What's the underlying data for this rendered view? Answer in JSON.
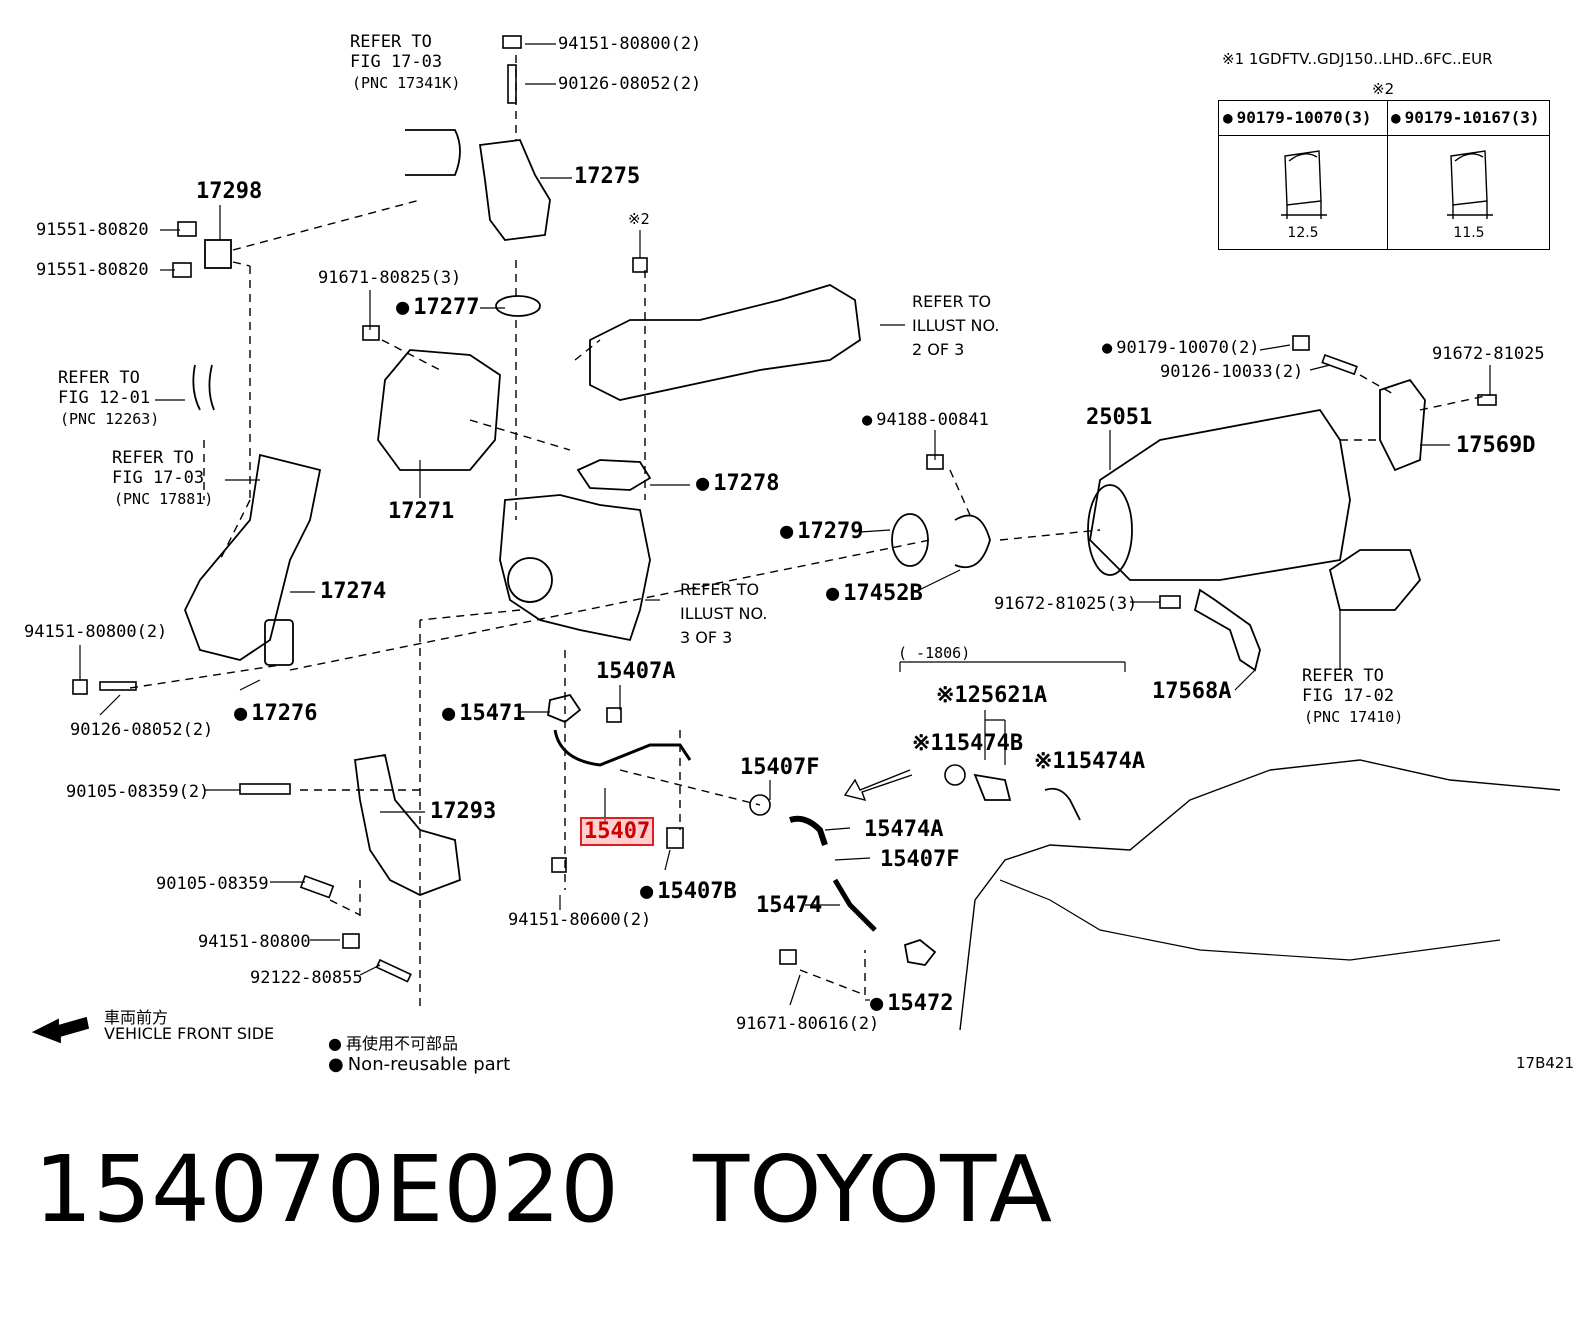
{
  "diagram": {
    "figure_code": "17B421",
    "spec": {
      "note1": "※1 1GDFTV..GDJ150..LHD..6FC..EUR",
      "note2": "※2",
      "col1_part": "90179-10070(3)",
      "col1_dim": "12.5",
      "col2_part": "90179-10167(3)",
      "col2_dim": "11.5"
    },
    "legend": {
      "front_jp": "車両前方",
      "front_en": "VEHICLE FRONT SIDE",
      "nonreuse_jp": "再使用不可部品",
      "nonreuse_en": "Non-reusable part"
    },
    "labels": {
      "ref_1703_a": "REFER TO",
      "ref_1703_b": "FIG 17-03",
      "ref_1703_c": "(PNC 17341K)",
      "p94151_top": "94151-80800(2)",
      "p90126_top": "90126-08052(2)",
      "p17275": "17275",
      "p17298": "17298",
      "p91551_a": "91551-80820",
      "p91551_b": "91551-80820",
      "p91671_3": "91671-80825(3)",
      "p17277": "17277",
      "x2_mark": "※2",
      "ref_ill2_a": "REFER TO",
      "ref_ill2_b": "ILLUST NO.",
      "ref_ill2_c": "2 OF 3",
      "p90179_2": "90179-10070(2)",
      "p90126_10033": "90126-10033(2)",
      "p91672_81025": "91672-81025",
      "ref_1201_a": "REFER TO",
      "ref_1201_b": "FIG 12-01",
      "ref_1201_c": "(PNC 12263)",
      "p94188": "94188-00841",
      "p25051": "25051",
      "p17569d": "17569D",
      "ref_1703b_a": "REFER TO",
      "ref_1703b_b": "FIG 17-03",
      "ref_1703b_c": "(PNC 17881)",
      "p17271": "17271",
      "p17278": "17278",
      "p17279": "17279",
      "p17274": "17274",
      "ref_ill3_a": "REFER TO",
      "ref_ill3_b": "ILLUST NO.",
      "ref_ill3_c": "3 OF 3",
      "p17452b": "17452B",
      "p91672_3": "91672-81025(3)",
      "p94151_left": "94151-80800(2)",
      "p15407a": "15407A",
      "range_1806": "(      -1806)",
      "p17568a": "17568A",
      "ref_1702_a": "REFER TO",
      "ref_1702_b": "FIG 17-02",
      "ref_1702_c": "(PNC 17410)",
      "p17276": "17276",
      "p90126_left": "90126-08052(2)",
      "p15471": "15471",
      "p25621a": "※125621A",
      "p15474b": "※115474B",
      "p15474a_x": "※115474A",
      "p90105_2": "90105-08359(2)",
      "p17293": "17293",
      "p15407f_a": "15407F",
      "p15407": "15407",
      "p15474a": "15474A",
      "p15407f_b": "15407F",
      "p90105": "90105-08359",
      "p15407b": "15407B",
      "p15474": "15474",
      "p94151_mid": "94151-80800",
      "p94151_80600": "94151-80600(2)",
      "p92122": "92122-80855",
      "p15472": "15472",
      "p91671_2": "91671-80616(2)"
    }
  },
  "footer": {
    "part_number": "154070E020",
    "brand": "TOYOTA"
  }
}
